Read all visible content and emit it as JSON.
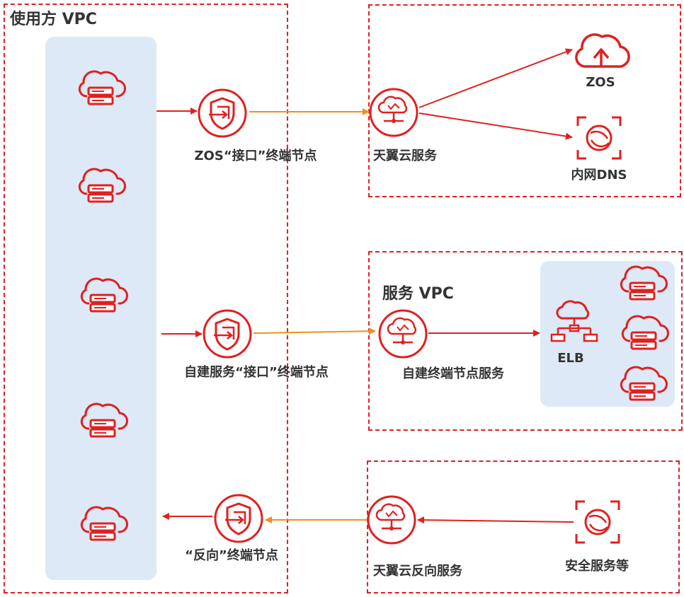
{
  "consumer_vpc": {
    "title": "使用方 VPC"
  },
  "service_vpc": {
    "title": "服务 VPC"
  },
  "labels": {
    "zos_endpoint": "ZOS“接口”终端节点",
    "self_built_endpoint": "自建服务“接口”终端节点",
    "reverse_endpoint": "“反向”终端节点",
    "ctyun_service": "天翼云服务",
    "zos": "ZOS",
    "internal_dns": "内网DNS",
    "self_built_endpoint_service": "自建终端节点服务",
    "elb": "ELB",
    "ctyun_reverse_service": "天翼云反向服务",
    "security_services": "安全服务等"
  },
  "colors": {
    "accent": "#e02020",
    "orange": "#f0901e",
    "panel": "#dde9f6",
    "text": "#333333"
  },
  "icons": [
    "cloud-server-icon",
    "shield-endpoint-icon",
    "cloud-service-icon",
    "cloud-upload-icon",
    "dns-icon",
    "elb-icon"
  ]
}
